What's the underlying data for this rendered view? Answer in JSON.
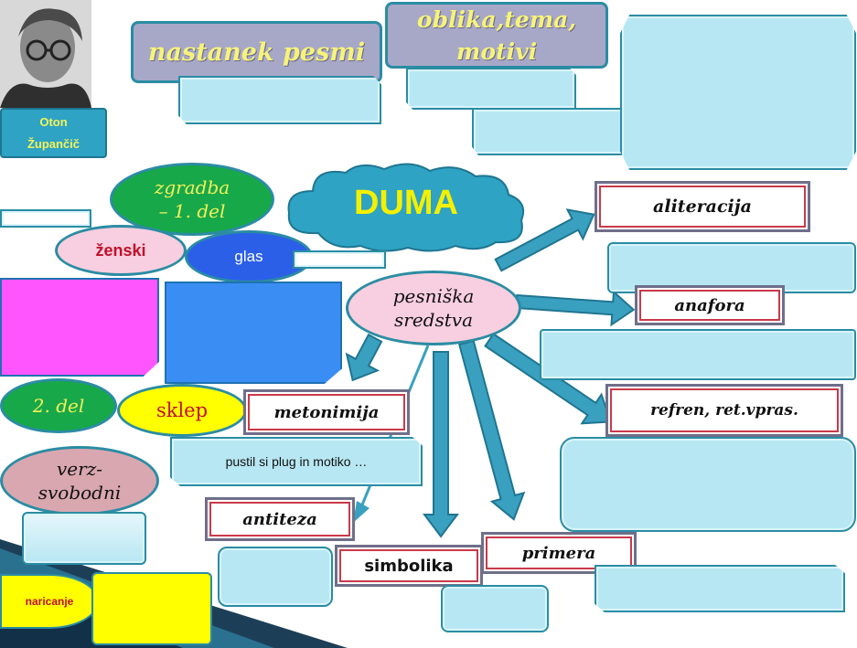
{
  "poet": {
    "name": "Oton\nŽupančič"
  },
  "header": {
    "nastanek": "nastanek pesmi",
    "oblika": "oblika,tema,\nmotivi"
  },
  "center": {
    "title": "DUMA",
    "pesniska": "pesniška\nsredstva"
  },
  "parts": {
    "zgradba": "zgradba\n– 1. del",
    "zenski": "ženski",
    "glas": "glas",
    "del2": "2. del",
    "sklep": "sklep",
    "verz": "verz-\nsvobodni",
    "naricanje": "naricanje"
  },
  "devices": {
    "aliteracija": "aliteracija",
    "anafora": "anafora",
    "refren": "refren, ret.vpras.",
    "metonimija": "metonimija",
    "antiteza": "antiteza",
    "simbolika": "simbolika",
    "primera": "primera"
  },
  "callout": {
    "text": "pustil si plug in motiko …"
  },
  "colors": {
    "light_blue": "#b7e7f3",
    "teal_border": "#2b8ca3",
    "cloud": "#2ea3c3",
    "duma_text": "#f4f000",
    "green": "#17a849",
    "magenta": "#ff55ff",
    "blue_note": "#3a8df2",
    "pink": "#f8cfe0",
    "yellow": "#ffff00",
    "arrow": "#3aa0bf"
  },
  "icons": {
    "portrait": "portrait-photo",
    "cloud": "cloud-shape",
    "arrows": "arrow-shape"
  }
}
